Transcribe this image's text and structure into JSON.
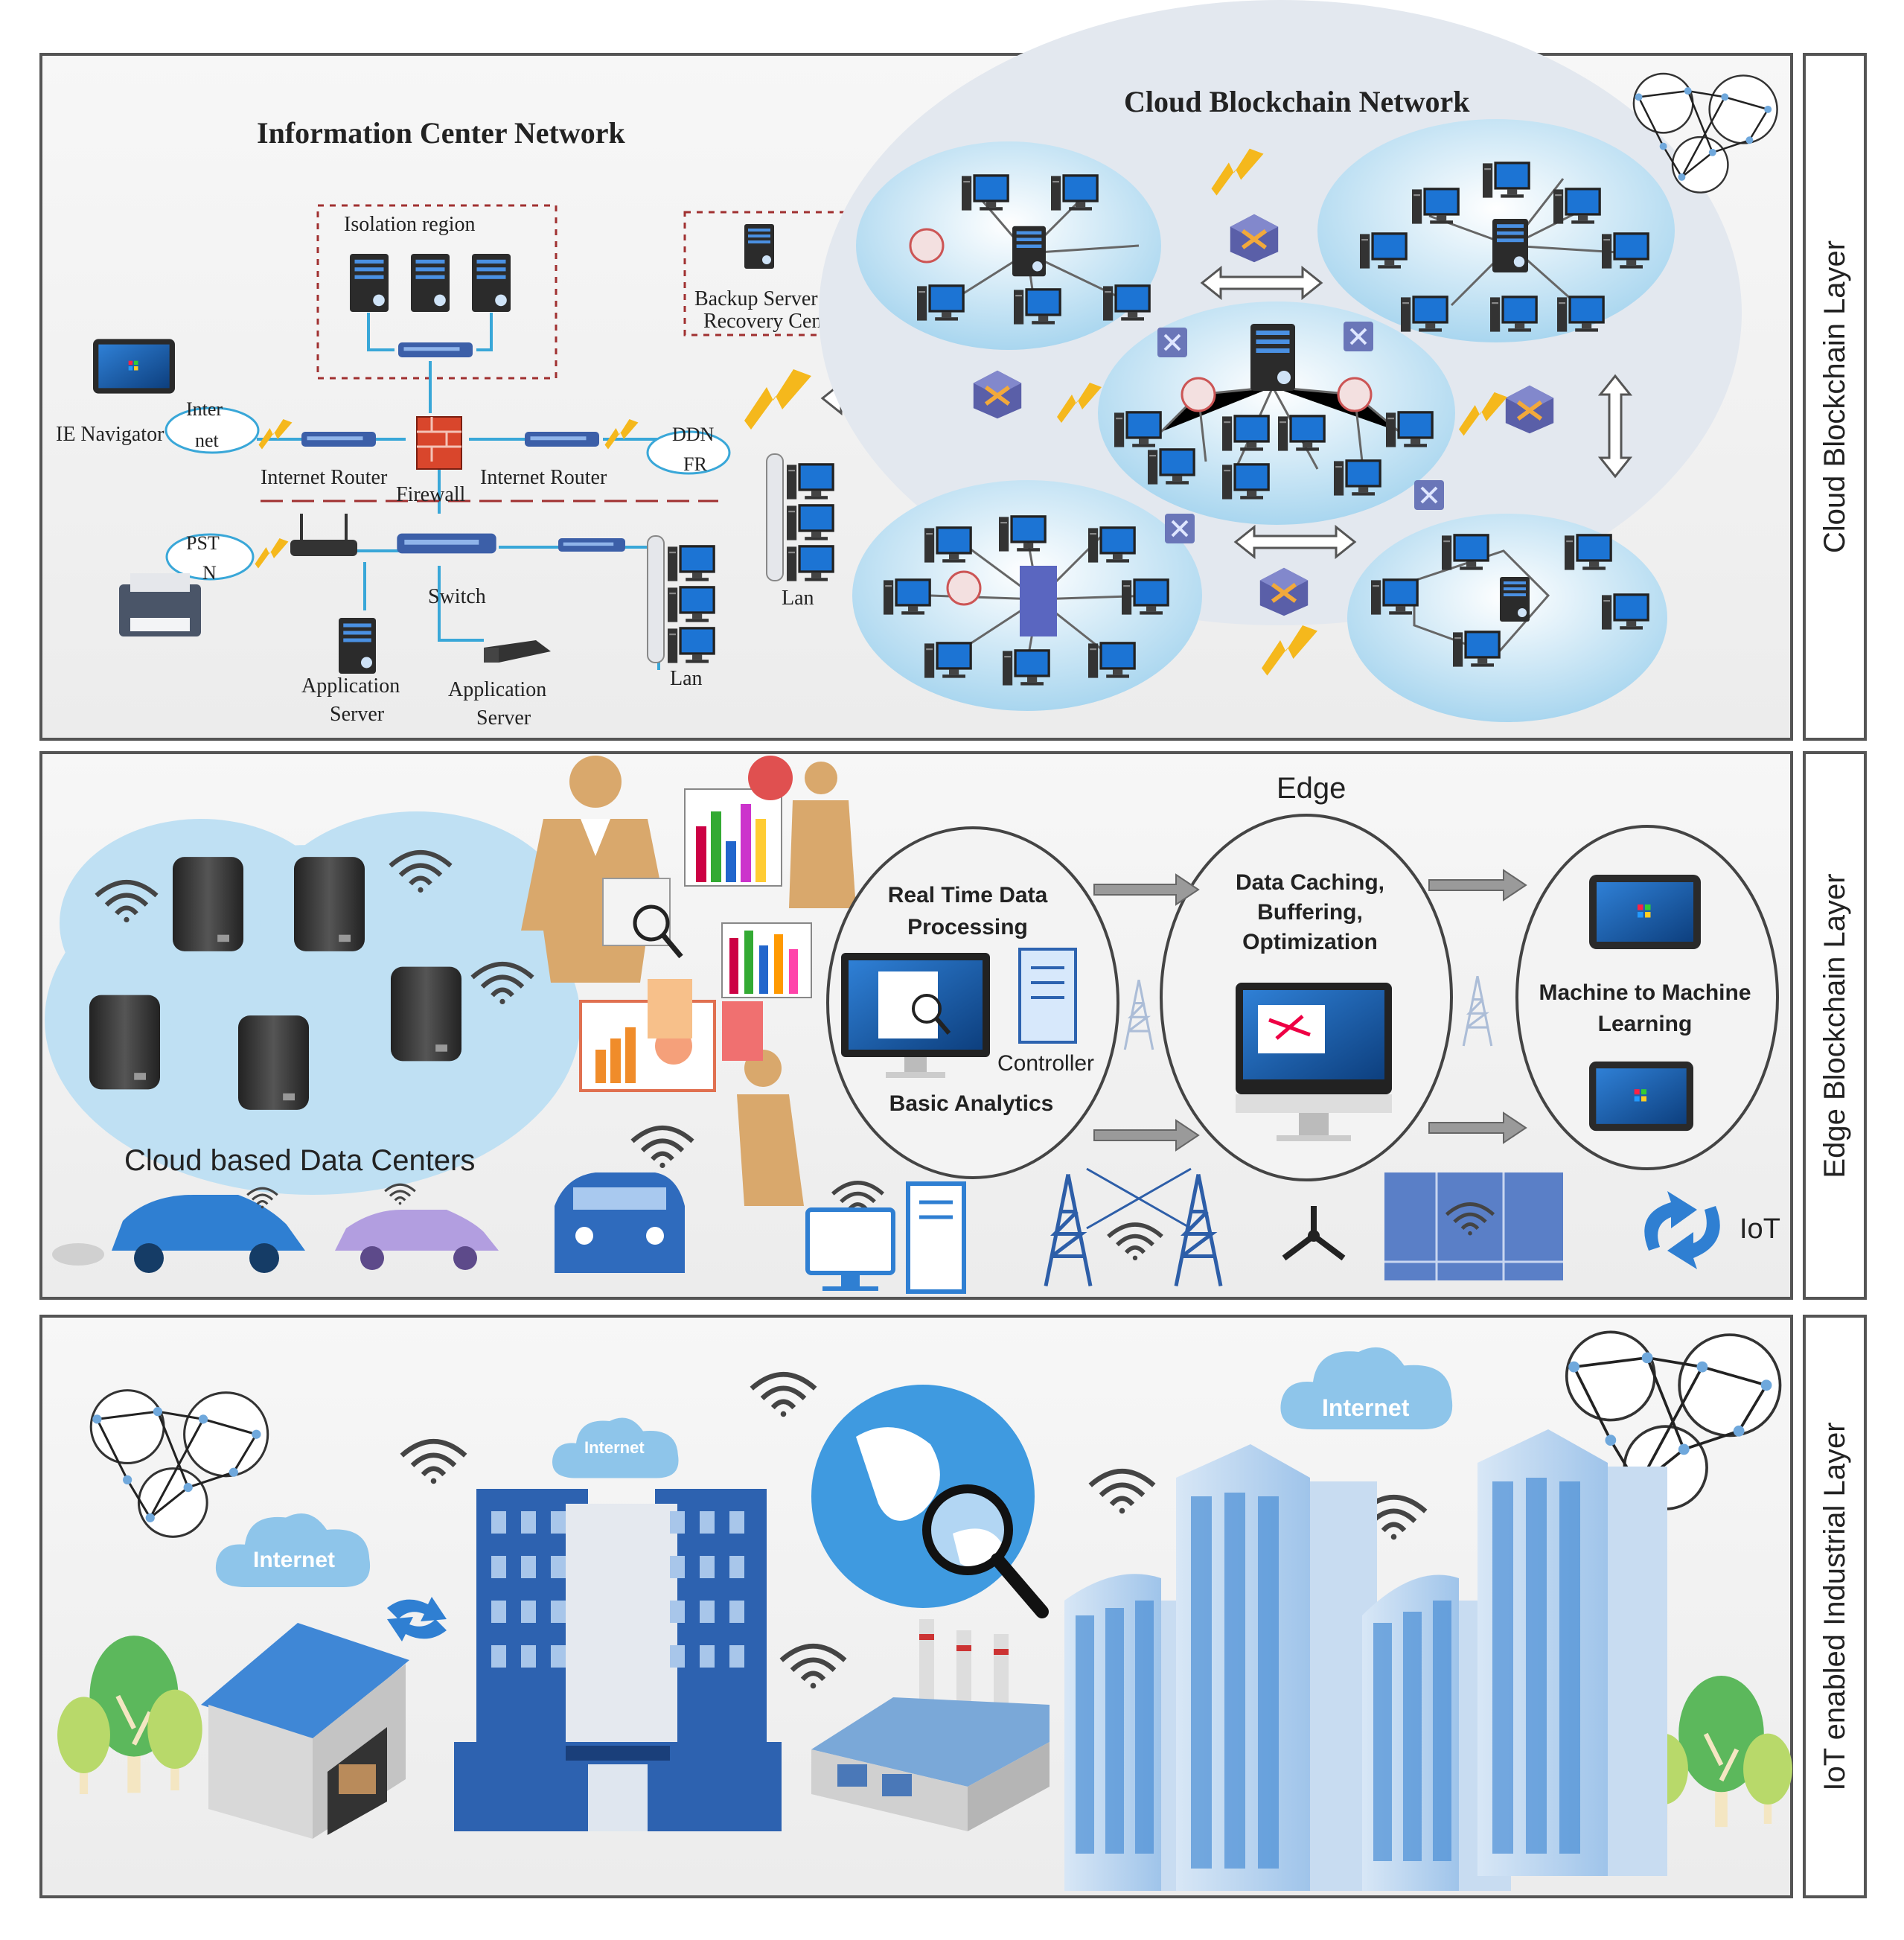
{
  "layers": {
    "cloud": "Cloud Blockchain Layer",
    "edge": "Edge Blockchain Layer",
    "industrial": "IoT enabled Industrial Layer"
  },
  "cloud_layer": {
    "info_center_title": "Information Center Network",
    "cloud_network_title": "Cloud Blockchain Network",
    "isolation_region": "Isolation region",
    "backup_server": "Backup Server",
    "recovery_center": "Recovery Center",
    "ie_navigator": "IE Navigator",
    "internet_line1": "Inter",
    "internet_line2": "net",
    "internet_router_left": "Internet Router",
    "internet_router_right": "Internet Router",
    "firewall": "Firewall",
    "ddn_line1": "DDN",
    "ddn_line2": "FR",
    "pstn_line1": "PST",
    "pstn_line2": "N",
    "switch": "Switch",
    "app_server_1_line1": "Application",
    "app_server_1_line2": "Server",
    "app_server_2_line1": "Application",
    "app_server_2_line2": "Server",
    "lan_1": "Lan",
    "lan_2": "Lan"
  },
  "edge_layer": {
    "edge_title": "Edge",
    "cloud_dc": "Cloud based Data Centers",
    "rtdp_line1": "Real Time Data",
    "rtdp_line2": "Processing",
    "controller": "Controller",
    "basic_analytics": "Basic Analytics",
    "caching_line1": "Data Caching,",
    "caching_line2": "Buffering,",
    "caching_line3": "Optimization",
    "m2m_line1": "Machine to Machine",
    "m2m_line2": "Learning",
    "iot": "IoT"
  },
  "industrial_layer": {
    "internet_1": "Internet",
    "internet_2": "Internet",
    "internet_3": "Internet"
  },
  "colors": {
    "panel_border": "#555555",
    "cloud_blue": "#bfe0f3",
    "monitor_blue": "#1d5fa8",
    "lightning": "#f5b81c",
    "building_blue": "#4b8fd6",
    "tree_green": "#5cb85c",
    "car_blue": "#2f7fd2"
  }
}
